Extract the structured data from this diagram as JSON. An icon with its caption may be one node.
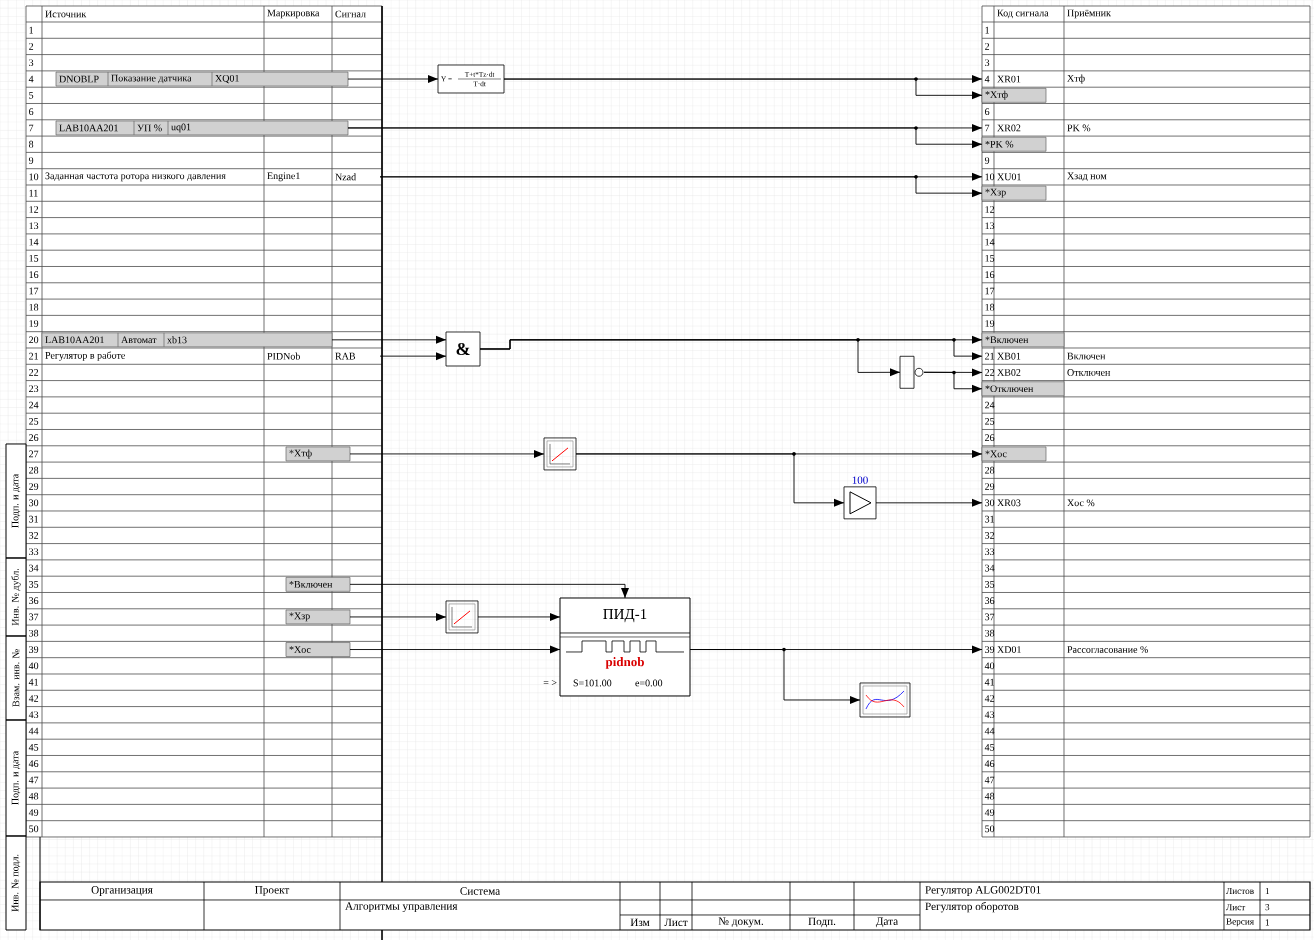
{
  "diagram": {
    "nodes": [
      {
        "text": [
          "DNOBLP",
          "Показание датчика",
          "XQ01"
        ]
      },
      {
        "text": [
          "LAB10AA201",
          "УП %",
          "uq01"
        ]
      },
      {
        "text": [
          "Заданная частота ротора низкого давления",
          "Engine1",
          "Nzad"
        ]
      },
      {
        "text": [
          "LAB10AA201",
          "Автомат",
          "xb13"
        ]
      },
      {
        "text": [
          "Регулятор в работе",
          "PIDNob",
          "RAB"
        ]
      },
      {
        "text": [
          "*Xтф"
        ]
      },
      {
        "text": [
          "*Включен"
        ]
      },
      {
        "text": [
          "*Xзр"
        ]
      },
      {
        "text": [
          "*Xос"
        ]
      },
      {
        "text": [
          "Y =",
          "T+t*Tz·dt",
          "T·dt"
        ]
      },
      {
        "text": [
          "&"
        ]
      },
      {
        "text": [],
        "shape": "box"
      },
      {
        "text": [],
        "shape": "box"
      },
      {
        "text": [
          "100"
        ]
      },
      {
        "text": [],
        "shape": "box"
      },
      {
        "text": [
          "ПИД-1",
          "pidnob",
          "S=101.00",
          "e=0.00"
        ],
        "beside": [
          "= >"
        ]
      },
      {
        "text": [],
        "shape": "box"
      },
      {
        "text": [
          "XR01",
          "Xтф"
        ]
      },
      {
        "text": [
          "*Xтф"
        ]
      },
      {
        "text": [
          "XR02",
          "PK %"
        ]
      },
      {
        "text": [
          "*PK %"
        ]
      },
      {
        "text": [
          "XU01",
          "Xзад ном"
        ]
      },
      {
        "text": [
          "*Xзр"
        ]
      },
      {
        "text": [
          "*Включен"
        ]
      },
      {
        "text": [
          "XB01",
          "Включен"
        ]
      },
      {
        "text": [
          "XB02",
          "Отключен"
        ]
      },
      {
        "text": [
          "*Отключен"
        ]
      },
      {
        "text": [
          "*Xос"
        ]
      },
      {
        "text": [
          "XR03",
          "Xос %"
        ]
      },
      {
        "text": [
          "XD01",
          "Рассогласование %"
        ]
      }
    ],
    "edges": [
      {
        "from": 0,
        "to": 9,
        "arrow": "to"
      },
      {
        "from": 9,
        "to": 17,
        "arrow": "to"
      },
      {
        "from": 9,
        "to": 18,
        "arrow": "to"
      },
      {
        "from": 1,
        "to": 19,
        "arrow": "to"
      },
      {
        "from": 1,
        "to": 20,
        "arrow": "to"
      },
      {
        "from": 2,
        "to": 21,
        "arrow": "to"
      },
      {
        "from": 2,
        "to": 22,
        "arrow": "to"
      },
      {
        "from": 3,
        "to": 10,
        "arrow": "to"
      },
      {
        "from": 4,
        "to": 10,
        "arrow": "to"
      },
      {
        "from": 10,
        "to": 23,
        "arrow": "to"
      },
      {
        "from": 10,
        "to": 24,
        "arrow": "to"
      },
      {
        "from": 10,
        "to": 11,
        "arrow": "to"
      },
      {
        "from": 11,
        "to": 25,
        "arrow": "to"
      },
      {
        "from": 11,
        "to": 26,
        "arrow": "to"
      },
      {
        "from": 5,
        "to": 12,
        "arrow": "to"
      },
      {
        "from": 12,
        "to": 27,
        "arrow": "to"
      },
      {
        "from": 12,
        "to": 13,
        "arrow": "to"
      },
      {
        "from": 13,
        "to": 28,
        "arrow": "to"
      },
      {
        "from": 6,
        "to": 15,
        "arrow": "to"
      },
      {
        "from": 7,
        "to": 14,
        "arrow": "to"
      },
      {
        "from": 14,
        "to": 15,
        "arrow": "to"
      },
      {
        "from": 8,
        "to": 15,
        "arrow": "to"
      },
      {
        "from": 15,
        "to": 29,
        "arrow": "to"
      },
      {
        "from": 15,
        "to": 16,
        "arrow": "to"
      }
    ],
    "labels": [
      "Источник",
      "Маркировка",
      "Сигнал",
      "Код сигнала",
      "Приёмник",
      "1",
      "2",
      "3",
      "4",
      "5",
      "6",
      "7",
      "8",
      "9",
      "10",
      "11",
      "12",
      "13",
      "14",
      "15",
      "16",
      "17",
      "18",
      "19",
      "20",
      "21",
      "22",
      "23",
      "24",
      "25",
      "26",
      "27",
      "28",
      "29",
      "30",
      "31",
      "32",
      "33",
      "34",
      "35",
      "36",
      "37",
      "38",
      "39",
      "40",
      "41",
      "42",
      "43",
      "44",
      "45",
      "46",
      "47",
      "48",
      "49",
      "50",
      "1",
      "2",
      "3",
      "4",
      "6",
      "7",
      "9",
      "10",
      "12",
      "13",
      "14",
      "15",
      "16",
      "17",
      "18",
      "19",
      "21",
      "22",
      "24",
      "25",
      "26",
      "28",
      "29",
      "30",
      "31",
      "32",
      "33",
      "34",
      "35",
      "36",
      "37",
      "38",
      "39",
      "40",
      "41",
      "42",
      "43",
      "44",
      "45",
      "46",
      "47",
      "48",
      "49",
      "50",
      "Подп. и дата",
      "Инв. № дубл.",
      "Взам. инв. №",
      "Подп. и дата",
      "Инв. № подл.",
      "Организация",
      "Проект",
      "Система",
      "Алгоритмы управления",
      "Изм",
      "Лист",
      "№ докум.",
      "Подп.",
      "Дата",
      "Регулятор ALG002DT01",
      "Регулятор оборотов",
      "Листов",
      "1",
      "Лист",
      "3",
      "Версия",
      "1"
    ]
  }
}
